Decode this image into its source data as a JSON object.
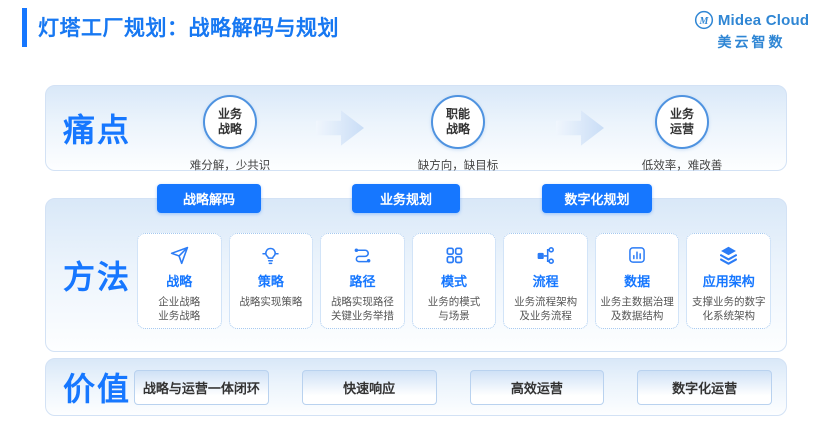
{
  "header": {
    "title": "灯塔工厂规划：战略解码与规划",
    "logo": {
      "name": "Midea Cloud",
      "subtitle": "美云智数"
    }
  },
  "colors": {
    "accent_blue": "#1677ff",
    "icon_blue": "#2b7cf6",
    "panel_blue": "#d9e8f8",
    "circle_border": "#4f93e0",
    "logo_blue": "#2f86d4"
  },
  "pain": {
    "label": "痛点",
    "stages": [
      {
        "circle": "业务\n战略",
        "caption": "难分解，少共识"
      },
      {
        "circle": "职能\n战略",
        "caption": "缺方向，缺目标"
      },
      {
        "circle": "业务\n运营",
        "caption": "低效率，难改善"
      }
    ]
  },
  "pills": [
    {
      "label": "战略解码"
    },
    {
      "label": "业务规划"
    },
    {
      "label": "数字化规划"
    }
  ],
  "method": {
    "label": "方法",
    "cards": [
      {
        "icon": "send-icon",
        "title": "战略",
        "desc": "企业战略\n业务战略"
      },
      {
        "icon": "bulb-icon",
        "title": "策略",
        "desc": "战略实现策略"
      },
      {
        "icon": "route-icon",
        "title": "路径",
        "desc": "战略实现路径\n关键业务举措"
      },
      {
        "icon": "grid-icon",
        "title": "模式",
        "desc": "业务的模式\n与场景"
      },
      {
        "icon": "flow-icon",
        "title": "流程",
        "desc": "业务流程架构\n及业务流程"
      },
      {
        "icon": "chart-icon",
        "title": "数据",
        "desc": "业务主数据治理\n及数据结构"
      },
      {
        "icon": "layers-icon",
        "title": "应用架构",
        "desc": "支撑业务的数字\n化系统架构"
      }
    ]
  },
  "value": {
    "label": "价值",
    "items": [
      {
        "label": "战略与运营一体闭环"
      },
      {
        "label": "快速响应"
      },
      {
        "label": "高效运营"
      },
      {
        "label": "数字化运营"
      }
    ]
  }
}
